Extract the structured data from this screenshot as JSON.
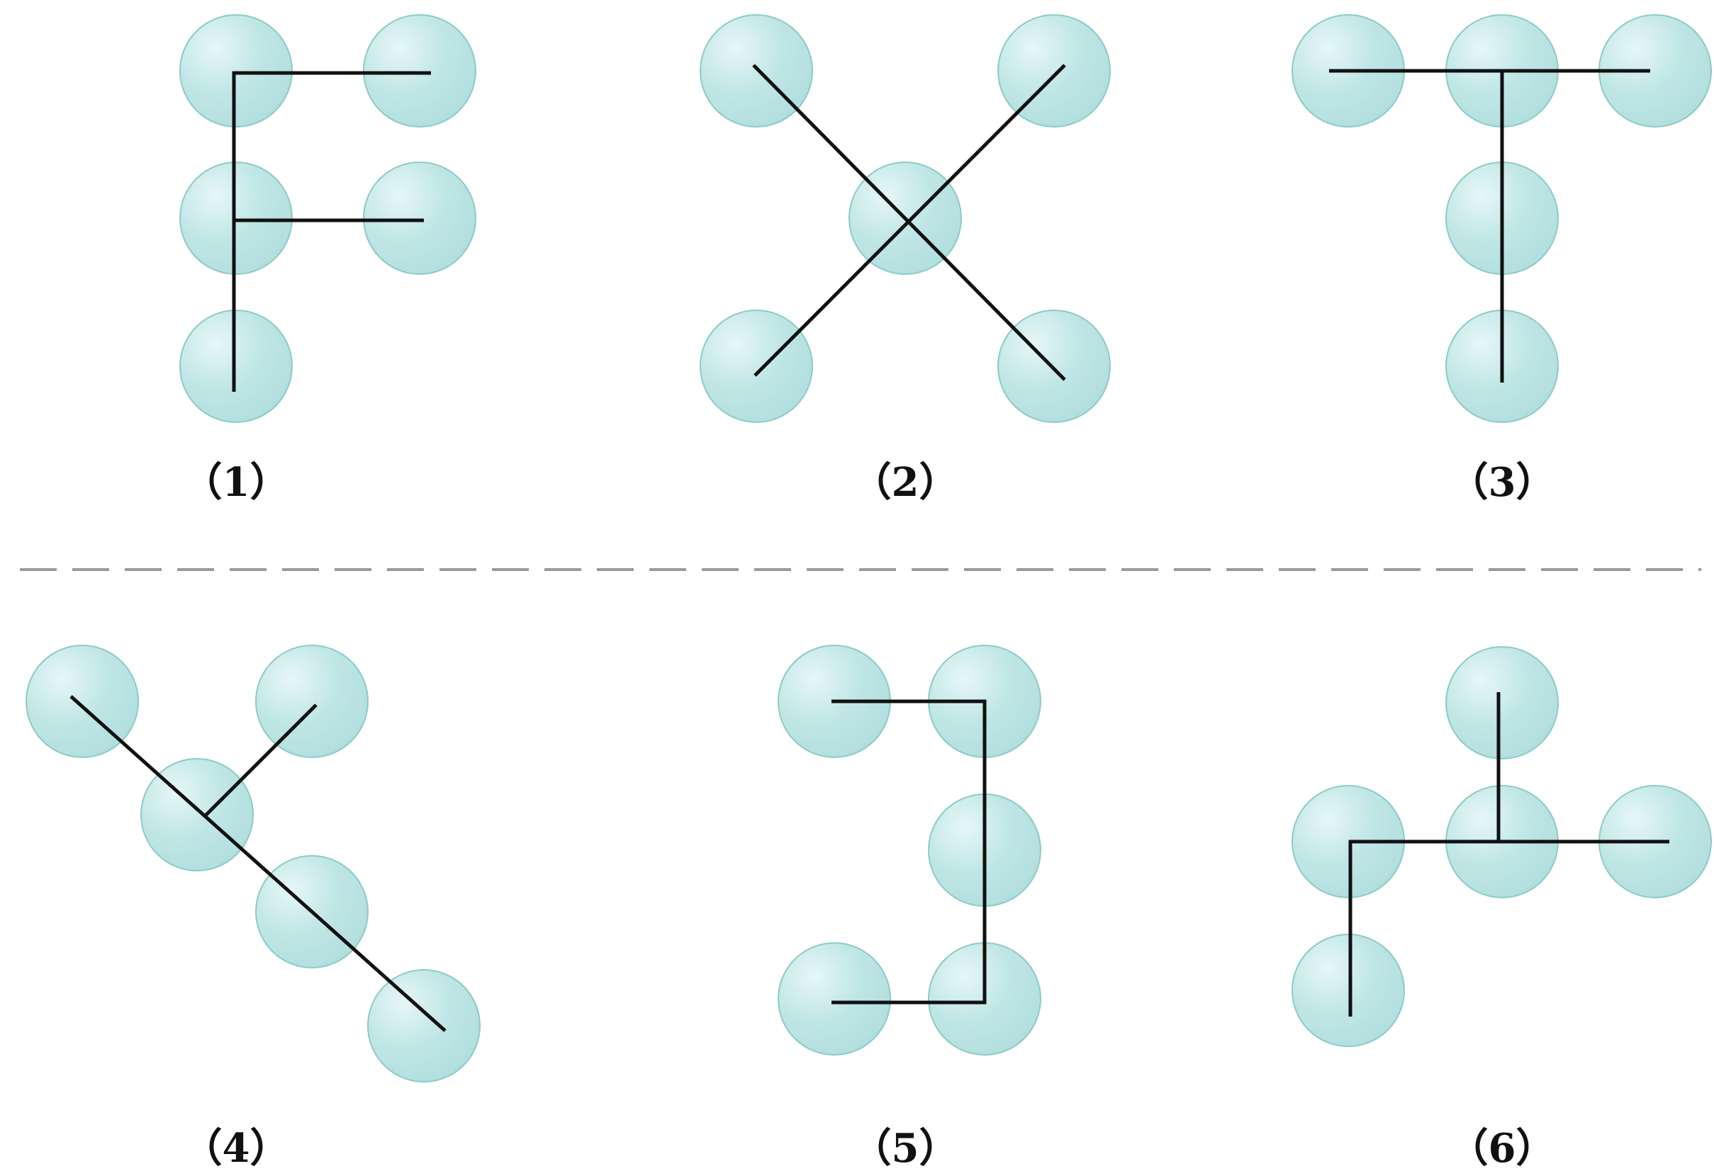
{
  "colors": {
    "background": "#ffffff",
    "ball_light": "#e6f7f6",
    "ball_main": "#bfe6e5",
    "ball_edge": "#8ccbc9",
    "line": "#111111",
    "divider": "#9a9a9a"
  },
  "panels": [
    {
      "id": "1",
      "label": "（1）",
      "shape": "F"
    },
    {
      "id": "2",
      "label": "（2）",
      "shape": "X"
    },
    {
      "id": "3",
      "label": "（3）",
      "shape": "T"
    },
    {
      "id": "4",
      "label": "（4）",
      "shape": "Y"
    },
    {
      "id": "5",
      "label": "（5）",
      "shape": "bracket"
    },
    {
      "id": "6",
      "label": "（6）",
      "shape": "plus-hook"
    }
  ]
}
